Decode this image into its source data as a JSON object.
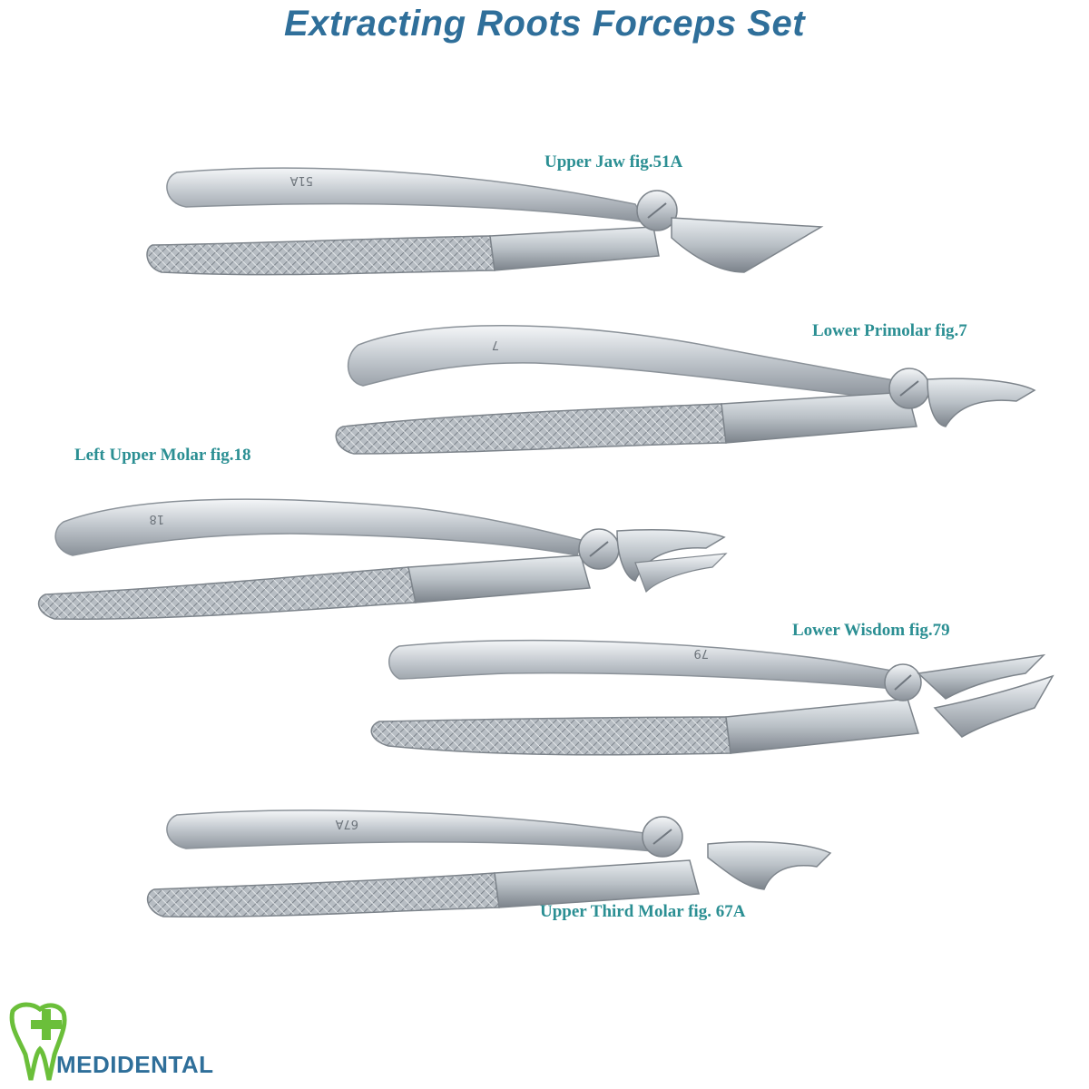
{
  "title": "Extracting Roots Forceps Set",
  "instruments": [
    {
      "label": "Upper Jaw fig.51A",
      "engraving": "51A"
    },
    {
      "label": "Lower Primolar fig.7",
      "engraving": "7"
    },
    {
      "label": "Left Upper Molar fig.18",
      "engraving": "18"
    },
    {
      "label": "Lower Wisdom fig.79",
      "engraving": "79"
    },
    {
      "label": "Upper Third Molar fig. 67A",
      "engraving": "67A"
    }
  ],
  "brand": {
    "name": "MEDIDENTAL",
    "text_color": "#2f6f9a",
    "cross_color": "#6bbf3a"
  },
  "colors": {
    "title": "#2f6f9a",
    "labels": "#2b8f93",
    "steel": "#c9ced3"
  }
}
